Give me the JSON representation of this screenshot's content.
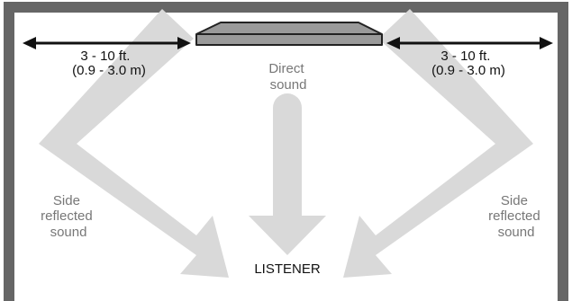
{
  "left_distance": {
    "line1": "3 - 10 ft.",
    "line2": "(0.9 - 3.0 m)"
  },
  "right_distance": {
    "line1": "3 - 10 ft.",
    "line2": "(0.9 - 3.0 m)"
  },
  "direct_sound": {
    "line1": "Direct",
    "line2": "sound"
  },
  "left_reflection": {
    "line1": "Side",
    "line2": "reflected",
    "line3": "sound"
  },
  "right_reflection": {
    "line1": "Side",
    "line2": "reflected",
    "line3": "sound"
  },
  "listener_label": "LISTENER",
  "colors": {
    "wall": "#666666",
    "arrow_fill": "#d9d9d9",
    "soundbar_fill": "#9a9a9a",
    "text_gray": "#777777",
    "text_dark": "#111111"
  }
}
